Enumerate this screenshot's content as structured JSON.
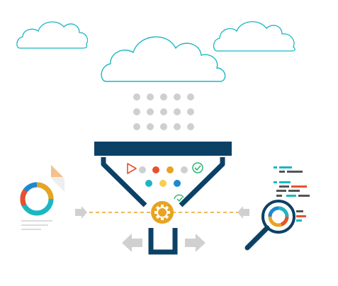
{
  "illustration": {
    "subject": "data funnel",
    "icons": {
      "clouds": "cloud-icon",
      "funnel": "funnel-icon",
      "gear": "gear-icon",
      "report": "donut-chart-report-icon",
      "magnifier": "magnifier-chart-icon",
      "arrows": "arrow-icon",
      "check": "check-icon",
      "play": "play-icon"
    },
    "colors": {
      "navy": "#0c4166",
      "teal": "#1ab7c3",
      "orange": "#e8a323",
      "red": "#e8502e",
      "blue": "#1e88d0",
      "yellow": "#f6cf4c",
      "green": "#2bb673",
      "light_gray": "#cfcfcf",
      "arrow_gray": "#d0d0d0"
    },
    "funnel_dots": [
      "gray",
      "red",
      "orange",
      "gray",
      "teal",
      "yellow",
      "blue"
    ],
    "report_donut_segments": [
      "orange",
      "teal",
      "blue",
      "red"
    ],
    "magnifier_donut_segments": [
      "teal",
      "orange",
      "red",
      "blue"
    ]
  }
}
